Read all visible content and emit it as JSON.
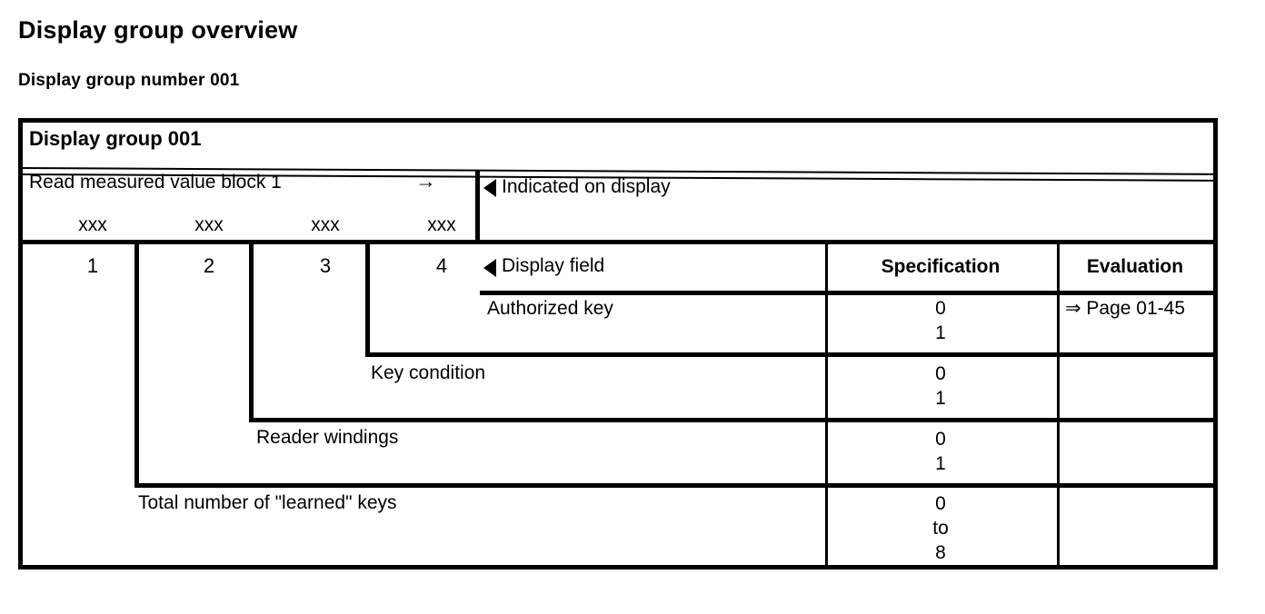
{
  "page": {
    "title": "Display group overview",
    "subtitle": "Display group number 001"
  },
  "diagram": {
    "band_title": "Display group 001",
    "request_row": {
      "label": "Read measured value block 1",
      "arrow": "→",
      "placeholders": [
        "xxx",
        "xxx",
        "xxx",
        "xxx"
      ]
    },
    "indicated_on_display": "Indicated on display",
    "columns": [
      "1",
      "2",
      "3",
      "4"
    ],
    "headers": {
      "display_field": "Display field",
      "specification": "Specification",
      "evaluation": "Evaluation"
    },
    "rows": [
      {
        "column": "4",
        "label": "Authorized key",
        "specification": [
          "0",
          "1"
        ],
        "evaluation": "⇒ Page 01-45"
      },
      {
        "column": "3",
        "label": "Key condition",
        "specification": [
          "0",
          "1"
        ],
        "evaluation": ""
      },
      {
        "column": "2",
        "label": "Reader windings",
        "specification": [
          "0",
          "1"
        ],
        "evaluation": ""
      },
      {
        "column": "1",
        "label": "Total number of \"learned\" keys",
        "specification": [
          "0",
          "to",
          "8"
        ],
        "evaluation": ""
      }
    ]
  },
  "colors": {
    "ink": "#000000",
    "paper": "#ffffff"
  }
}
